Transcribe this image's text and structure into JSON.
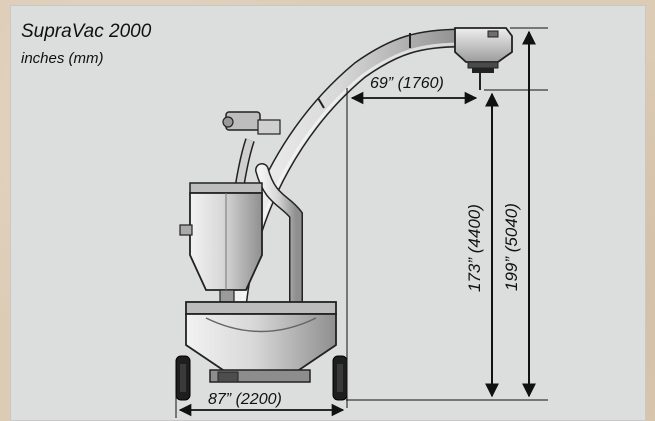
{
  "header": {
    "title": "SupraVac 2000",
    "subtitle": "inches (mm)"
  },
  "dimensions": {
    "boom_reach": "69” (1760)",
    "inlet_height": "173” (4400)",
    "overall_height": "199” (5040)",
    "base_width": "87” (2200)"
  },
  "colors": {
    "background_panel": "#dcdddd",
    "machine_light": "#e2e2e2",
    "machine_shade": "#9a9a9a",
    "outline": "#222222",
    "dimension_line": "#111111"
  }
}
